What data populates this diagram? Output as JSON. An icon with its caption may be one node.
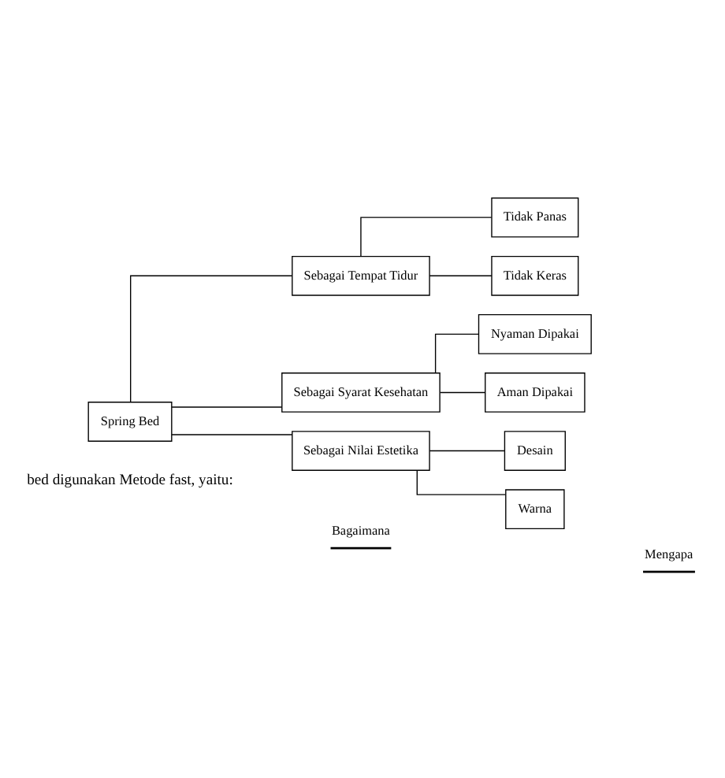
{
  "diagram": {
    "nodes": [
      {
        "text": [
          "Spring Bed"
        ]
      },
      {
        "text": [
          "Sebagai Tempat Tidur"
        ]
      },
      {
        "text": [
          "Sebagai Syarat Kesehatan"
        ]
      },
      {
        "text": [
          "Sebagai Nilai Estetika"
        ]
      },
      {
        "text": [
          "Tidak Panas"
        ]
      },
      {
        "text": [
          "Tidak Keras"
        ]
      },
      {
        "text": [
          "Nyaman Dipakai"
        ]
      },
      {
        "text": [
          "Aman Dipakai"
        ]
      },
      {
        "text": [
          "Desain"
        ]
      },
      {
        "text": [
          "Warna"
        ]
      }
    ],
    "edges": [
      {
        "from": 0,
        "to": 1,
        "arrow": "none"
      },
      {
        "from": 0,
        "to": 2,
        "arrow": "none"
      },
      {
        "from": 0,
        "to": 3,
        "arrow": "none"
      },
      {
        "from": 1,
        "to": 4,
        "arrow": "none"
      },
      {
        "from": 1,
        "to": 5,
        "arrow": "none"
      },
      {
        "from": 2,
        "to": 6,
        "arrow": "none"
      },
      {
        "from": 2,
        "to": 7,
        "arrow": "none"
      },
      {
        "from": 3,
        "to": 8,
        "arrow": "none"
      },
      {
        "from": 3,
        "to": 9,
        "arrow": "none"
      }
    ],
    "labels": [
      "bed digunakan Metode fast, yaitu:"
    ],
    "legend": [
      {
        "text": "Bagaimana"
      },
      {
        "text": "Mengapa"
      }
    ]
  }
}
